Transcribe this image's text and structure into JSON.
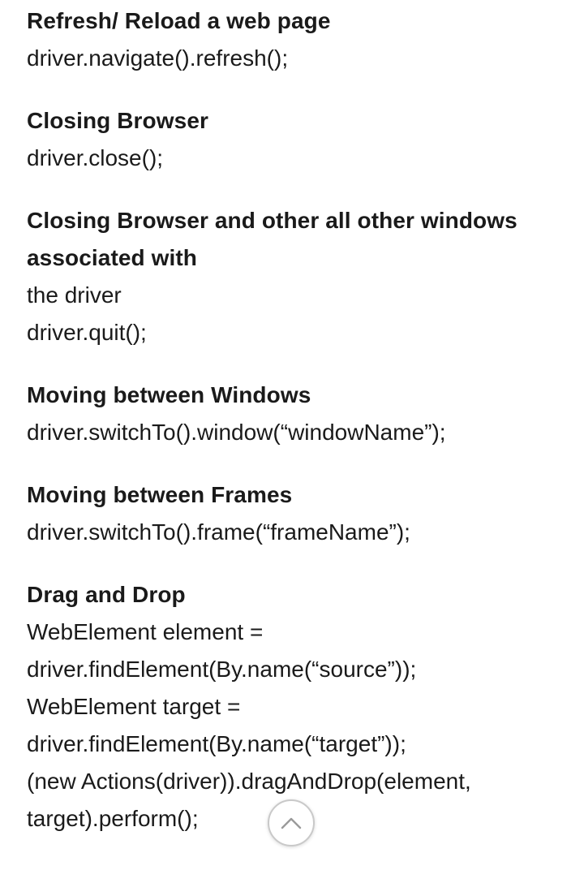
{
  "sections": [
    {
      "heading": [
        "Refresh/ Reload a web page"
      ],
      "lines": [
        "driver.navigate().refresh();"
      ]
    },
    {
      "heading": [
        "Closing Browser"
      ],
      "lines": [
        "driver.close();"
      ]
    },
    {
      "heading": [
        "Closing Browser and other all other windows",
        "associated with"
      ],
      "lines": [
        "the driver",
        "driver.quit();"
      ]
    },
    {
      "heading": [
        "Moving between Windows"
      ],
      "lines": [
        "driver.switchTo().window(“windowName”);"
      ]
    },
    {
      "heading": [
        "Moving between Frames"
      ],
      "lines": [
        "driver.switchTo().frame(“frameName”);"
      ]
    },
    {
      "heading": [
        "Drag and Drop"
      ],
      "lines": [
        "WebElement element =",
        "driver.findElement(By.name(“source”));",
        "WebElement target =",
        "driver.findElement(By.name(“target”));",
        "(new Actions(driver)).dragAndDrop(element,",
        "target).perform();"
      ]
    }
  ],
  "scroll_top": {
    "icon": "chevron-up-icon",
    "border_color": "#c9c9c9",
    "icon_color": "#9a9a9a"
  }
}
